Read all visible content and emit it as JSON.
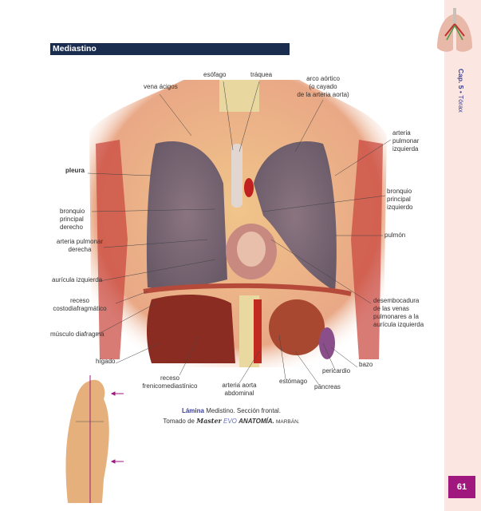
{
  "header": {
    "title": "Mediastino"
  },
  "sidebar": {
    "chapter": "Cap. 5",
    "bullet": "•",
    "section": "Tórax",
    "page_number": "61",
    "accent": "#a0177e",
    "bg": "#fbe6e2"
  },
  "labels": {
    "esofago": "esófago",
    "traquea": "tráquea",
    "arco_aortico": [
      "arco aórtico",
      "(o cayado",
      "de la arteria aorta)"
    ],
    "vena_acigos": "vena ácigos",
    "arteria_pulmonar_izq": [
      "arteria",
      "pulmonar",
      "izquierda"
    ],
    "pleura": "pleura",
    "bronquio_izq": [
      "bronquio",
      "principal",
      "izquierdo"
    ],
    "bronquio_der": [
      "bronquio",
      "principal",
      "derecho"
    ],
    "pulmon": "pulmón",
    "arteria_pulmonar_der": [
      "arteria pulmonar",
      "derecha"
    ],
    "auricula_izq": "aurícula izquierda",
    "receso_costo": [
      "receso",
      "costodiafragmático"
    ],
    "desembocadura": [
      "desembocadura",
      "de las venas",
      "pulmonares a la",
      "aurícula izquierda"
    ],
    "musculo_diafragma": "músculo diafragma",
    "higado": "hígado",
    "bazo": "bazo",
    "pericardio": "pericardio",
    "receso_freno": [
      "receso",
      "frenicomediastínico"
    ],
    "estomago": "estómago",
    "aorta_abdominal": [
      "arteria aorta",
      "abdominal"
    ],
    "pancreas": "páncreas"
  },
  "caption": {
    "lamina": "Lámina",
    "text": "Medistino. Sección frontal.",
    "source_prefix": "Tomado de",
    "master": "Master",
    "evo": "EVO",
    "anatomia": "ANATOMÍA.",
    "publisher": "MARBÁN."
  }
}
